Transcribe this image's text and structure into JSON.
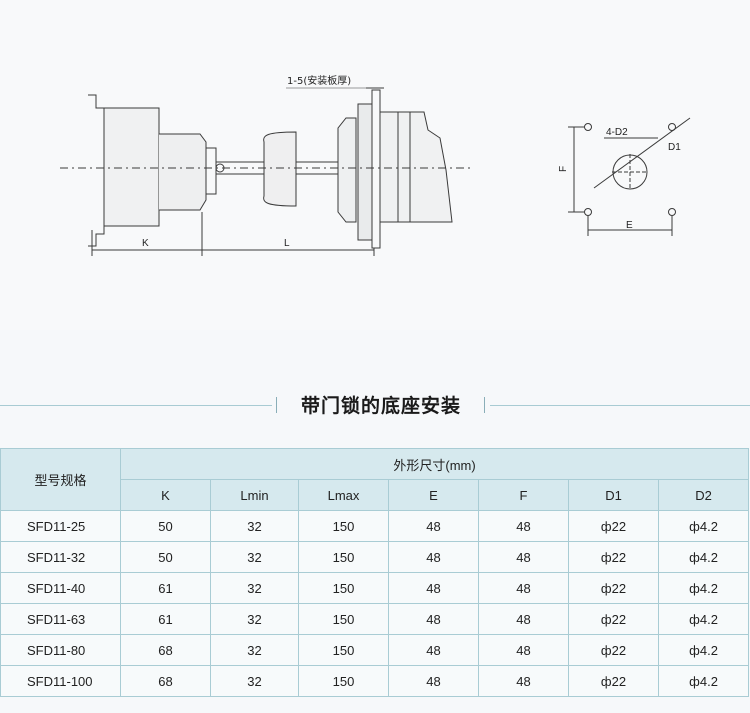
{
  "drawing": {
    "thickness_label": "1-5(安装板厚)",
    "dim_k": "K",
    "dim_l": "L",
    "hole_label": "4-D2",
    "d1_label": "D1",
    "f_label": "F",
    "e_label": "E"
  },
  "section_title": "带门锁的底座安装",
  "table": {
    "model_header": "型号规格",
    "group_header": "外形尺寸(mm)",
    "columns": [
      "K",
      "Lmin",
      "Lmax",
      "E",
      "F",
      "D1",
      "D2"
    ],
    "rows": [
      {
        "model": "SFD11-25",
        "K": "50",
        "Lmin": "32",
        "Lmax": "150",
        "E": "48",
        "F": "48",
        "D1": "ф22",
        "D2": "ф4.2"
      },
      {
        "model": "SFD11-32",
        "K": "50",
        "Lmin": "32",
        "Lmax": "150",
        "E": "48",
        "F": "48",
        "D1": "ф22",
        "D2": "ф4.2"
      },
      {
        "model": "SFD11-40",
        "K": "61",
        "Lmin": "32",
        "Lmax": "150",
        "E": "48",
        "F": "48",
        "D1": "ф22",
        "D2": "ф4.2"
      },
      {
        "model": "SFD11-63",
        "K": "61",
        "Lmin": "32",
        "Lmax": "150",
        "E": "48",
        "F": "48",
        "D1": "ф22",
        "D2": "ф4.2"
      },
      {
        "model": "SFD11-80",
        "K": "68",
        "Lmin": "32",
        "Lmax": "150",
        "E": "48",
        "F": "48",
        "D1": "ф22",
        "D2": "ф4.2"
      },
      {
        "model": "SFD11-100",
        "K": "68",
        "Lmin": "32",
        "Lmax": "150",
        "E": "48",
        "F": "48",
        "D1": "ф22",
        "D2": "ф4.2"
      }
    ]
  }
}
